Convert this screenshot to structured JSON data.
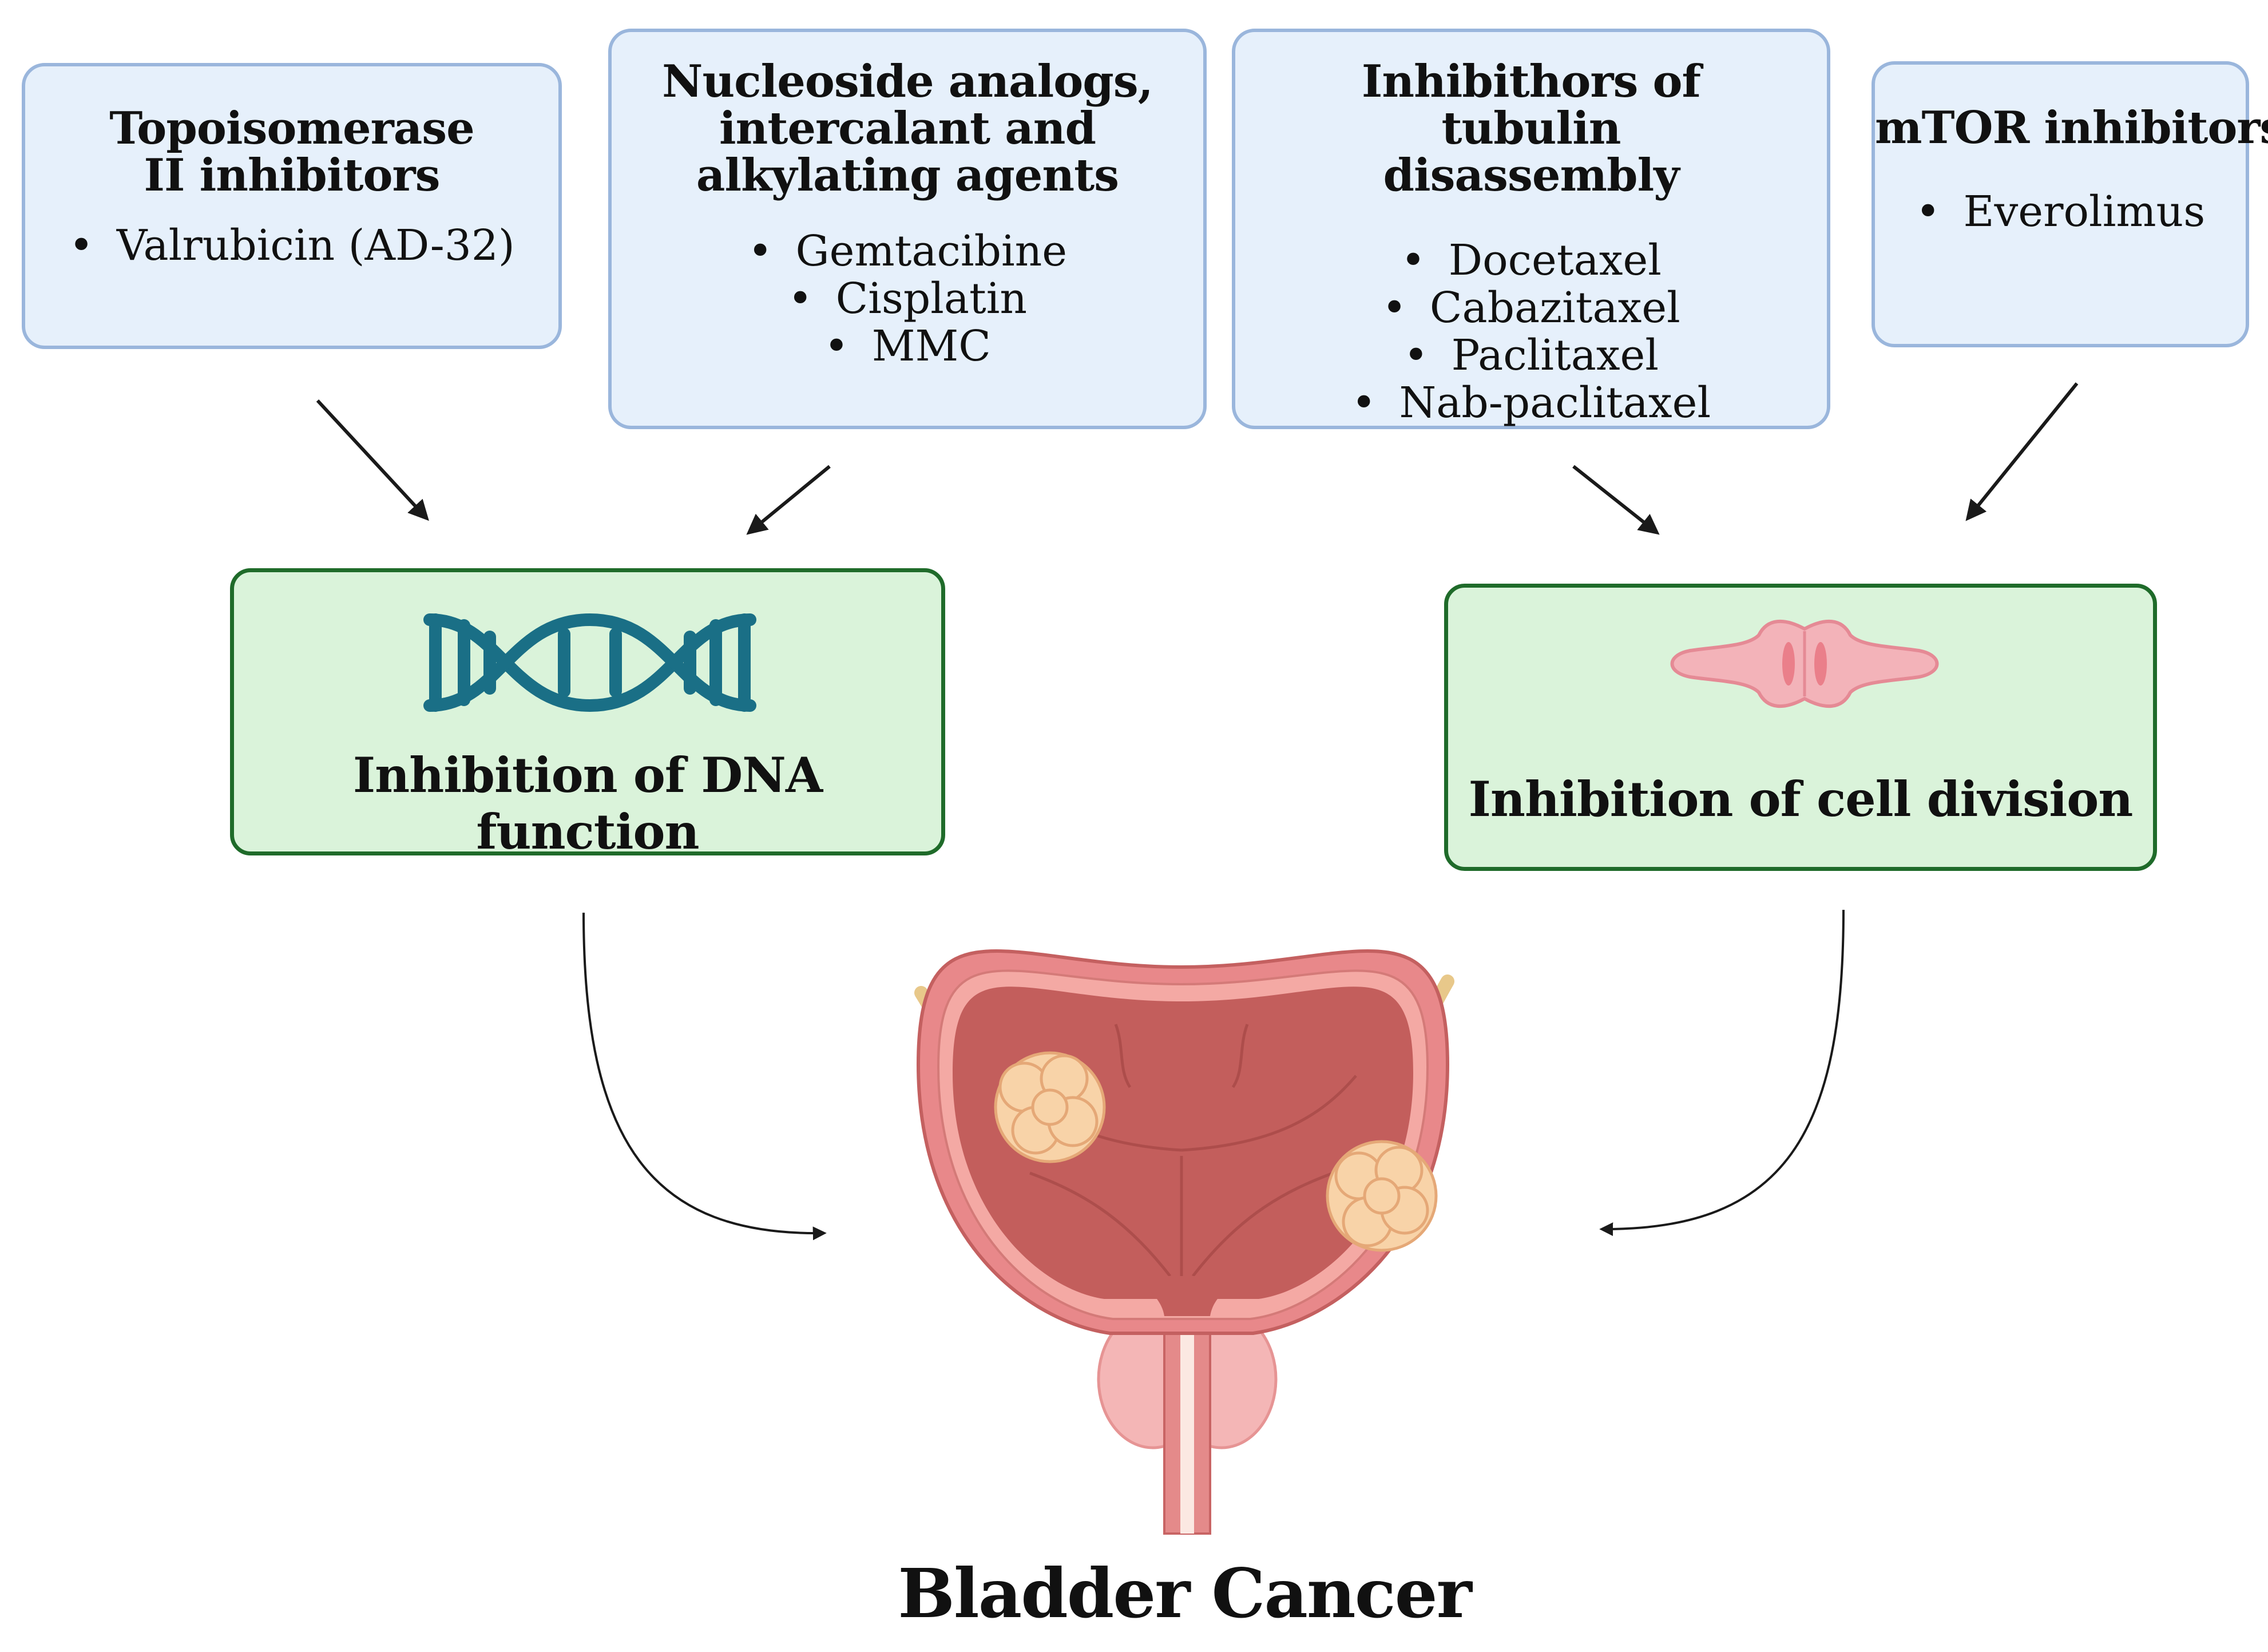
{
  "drug_classes": [
    {
      "title": "Topoisomerase II inhibitors",
      "drugs": [
        "Valrubicin (AD-32)"
      ]
    },
    {
      "title": "Nucleoside analogs, intercalant and alkylating agents",
      "drugs": [
        "Gemtacibine",
        "Cisplatin",
        "MMC"
      ]
    },
    {
      "title": "Inhibithors of tubulin disassembly",
      "drugs": [
        "Docetaxel",
        "Cabazitaxel",
        "Paclitaxel",
        "Nab-paclitaxel"
      ]
    },
    {
      "title": "mTOR inhibitors",
      "drugs": [
        "Everolimus"
      ]
    }
  ],
  "effects": {
    "dna": {
      "label": "Inhibition of DNA function",
      "icon": "dna-helix-icon",
      "color": "#1a6f86"
    },
    "cell": {
      "label": "Inhibition of cell division",
      "icon": "dividing-cell-icon",
      "color": "#f2a0a8"
    }
  },
  "bottom_title": "Bladder Cancer",
  "colors": {
    "drug_box_fill": "#e6f0fb",
    "drug_box_border": "#9ab6dc",
    "effect_fill": "#daf3da",
    "effect_border": "#1f6b2a"
  }
}
